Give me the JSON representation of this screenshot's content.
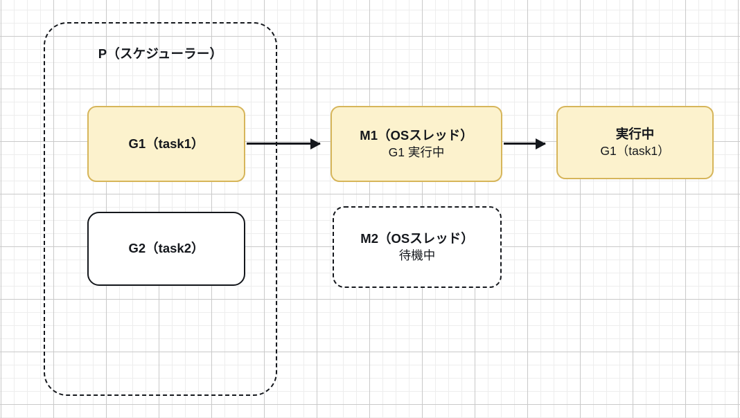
{
  "diagram": {
    "title_visible": false,
    "colors": {
      "node_fill_yellow": "#fcf2cd",
      "node_border_yellow": "#d6b55a",
      "node_fill_white": "#ffffff",
      "node_border_black": "#14171c",
      "text": "#14171c",
      "grid_minor": "#ededed",
      "grid_major": "#c9c9c9",
      "background": "#ffffff"
    },
    "scheduler": {
      "label": "P（スケジューラー）"
    },
    "nodes": [
      {
        "id": "g1",
        "line_1": "G1（task1）",
        "line_2": ""
      },
      {
        "id": "g2",
        "line_1": "G2（task2）",
        "line_2": ""
      },
      {
        "id": "m1",
        "line_1": "M1（OSスレッド）",
        "line_2": "G1 実行中"
      },
      {
        "id": "m2",
        "line_1": "M2（OSスレッド）",
        "line_2": "待機中"
      },
      {
        "id": "running",
        "line_1": "実行中",
        "line_2": "G1（task1）"
      }
    ],
    "arrows": [
      {
        "id": "g1-to-m1",
        "from": "g1",
        "to": "m1",
        "label": ""
      },
      {
        "id": "m1-to-running",
        "from": "m1",
        "to": "running",
        "label": ""
      }
    ]
  }
}
